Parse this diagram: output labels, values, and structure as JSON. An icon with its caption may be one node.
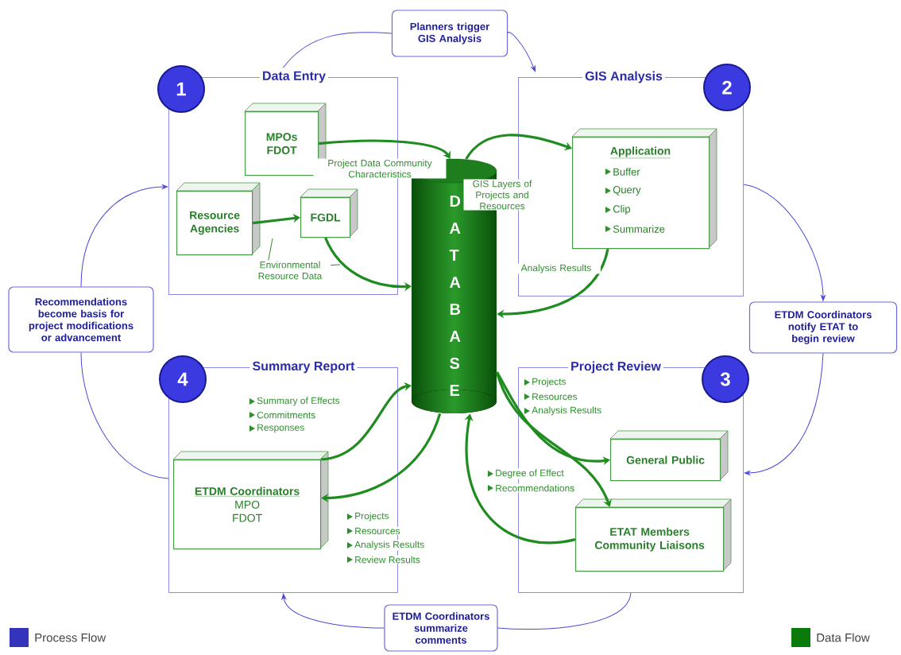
{
  "diagram": {
    "nodes": [
      {
        "text": [
          "Data Entry"
        ]
      },
      {
        "text": [
          "1"
        ]
      },
      {
        "text": [
          "MPOs FDOT"
        ],
        "in": 0
      },
      {
        "text": [
          "Resource Agencies"
        ],
        "in": 0
      },
      {
        "text": [
          "FGDL"
        ],
        "in": 0
      },
      {
        "text": [
          "GIS Analysis"
        ]
      },
      {
        "text": [
          "2"
        ]
      },
      {
        "text": [
          "Application",
          "Buffer",
          "Query",
          "Clip",
          "Summarize"
        ],
        "in": 5
      },
      {
        "text": [
          "Project Review"
        ]
      },
      {
        "text": [
          "3"
        ]
      },
      {
        "text": [
          "General Public"
        ],
        "in": 8
      },
      {
        "text": [
          "ETAT Members Community Liaisons"
        ],
        "in": 8
      },
      {
        "text": [
          "Summary Report"
        ]
      },
      {
        "text": [
          "4"
        ]
      },
      {
        "text": [
          "ETDM Coordinators",
          "MPO FDOT"
        ],
        "in": 12
      },
      {
        "text": [
          "D A T A B A S E"
        ]
      },
      {
        "text": [
          "Planners trigger GIS Analysis"
        ]
      },
      {
        "text": [
          "ETDM Coordinators notify ETAT to begin review"
        ]
      },
      {
        "text": [
          "ETDM Coordinators summarize comments"
        ]
      },
      {
        "text": [
          "Recommendations become basis for project modifications or advancement"
        ]
      },
      {
        "text": [
          "Environmental Resource Data"
        ],
        "in": 0
      }
    ],
    "edges": [
      {
        "from": 0,
        "to": 16,
        "arrow": "none",
        "color": "#4a4ad8"
      },
      {
        "from": 16,
        "to": 5,
        "arrow": "to",
        "color": "#4a4ad8"
      },
      {
        "from": 5,
        "to": 17,
        "arrow": "to",
        "color": "#4a4ad8"
      },
      {
        "from": 17,
        "to": 8,
        "arrow": "to",
        "color": "#4a4ad8"
      },
      {
        "from": 8,
        "to": 18,
        "arrow": "none",
        "color": "#4a4ad8"
      },
      {
        "from": 18,
        "to": 12,
        "arrow": "to",
        "color": "#4a4ad8"
      },
      {
        "from": 12,
        "to": 19,
        "arrow": "none",
        "color": "#4a4ad8"
      },
      {
        "from": 19,
        "to": 0,
        "arrow": "to",
        "color": "#4a4ad8"
      },
      {
        "from": 2,
        "to": 15,
        "arrow": "to",
        "style": "thick",
        "label": "Project Data Community Characteristics"
      },
      {
        "from": 3,
        "to": 4,
        "arrow": "to",
        "style": "thick"
      },
      {
        "from": 4,
        "to": 15,
        "arrow": "to",
        "style": "thick"
      },
      {
        "from": 15,
        "to": 7,
        "arrow": "to",
        "style": "thick",
        "label": "GIS Layers of Projects and Resources"
      },
      {
        "from": 7,
        "to": 15,
        "arrow": "to",
        "style": "thick",
        "label": "Analysis Results"
      },
      {
        "from": 15,
        "to": 10,
        "arrow": "to",
        "style": "thick"
      },
      {
        "from": 15,
        "to": 11,
        "arrow": "to",
        "style": "thick"
      },
      {
        "from": 11,
        "to": 15,
        "arrow": "to",
        "style": "thick"
      },
      {
        "from": 15,
        "to": 14,
        "arrow": "to",
        "style": "thick"
      },
      {
        "from": 14,
        "to": 15,
        "arrow": "to",
        "style": "thick"
      },
      {
        "from": 20,
        "to": null,
        "arrow": "none",
        "color": "#2f8f2f"
      },
      {
        "from": 20,
        "to": null,
        "arrow": "none",
        "color": "#2f8f2f"
      }
    ],
    "labels": [
      "Projects",
      "Resources",
      "Analysis Results",
      "Summary of Effects",
      "Commitments",
      "Responses",
      "Degree of Effect",
      "Recommendations",
      "Projects",
      "Resources",
      "Analysis Results",
      "Review Results"
    ],
    "legend": [
      {
        "text": "Process Flow",
        "color": "#3333bb"
      },
      {
        "text": "Data Flow",
        "color": "#0a7a0a"
      }
    ]
  }
}
